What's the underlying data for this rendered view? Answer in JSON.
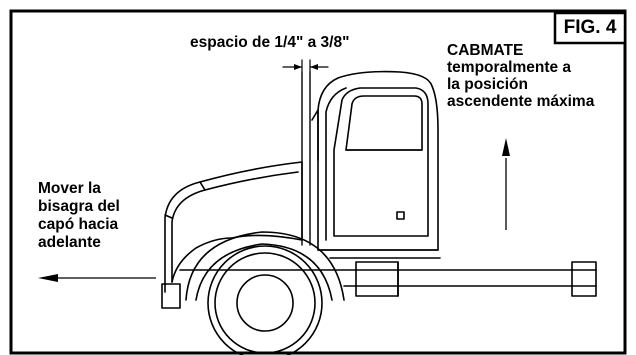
{
  "figure": {
    "label": "FIG. 4",
    "gap_label": "espacio de 1/4\" a 3/8\"",
    "cabmate_note": [
      "CABMATE",
      "temporalmente a",
      "la posición",
      "ascendente máxima"
    ],
    "hinge_note": [
      "Mover la",
      "bisagra del",
      "capó hacia",
      "adelante"
    ]
  },
  "colors": {
    "ink": "#000000",
    "background": "#ffffff"
  }
}
